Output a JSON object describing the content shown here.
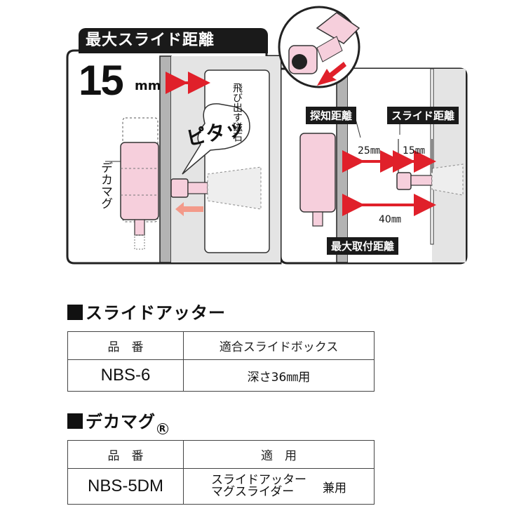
{
  "diagram": {
    "title": "最大スライド距離",
    "distance_value": "15",
    "distance_unit": "mm",
    "deca_mag_label": "デカマグ",
    "magnet_text": "飛び出す磁石",
    "sound_text": "ピタッ",
    "detect_label": "探知距離",
    "slide_label": "スライド距離",
    "detect_value": "25㎜",
    "slide_value": "15㎜",
    "install_value": "40㎜",
    "install_label": "最大取付距離"
  },
  "colors": {
    "pink": "#f6cfdc",
    "arrow_red": "#e0202a",
    "wall_gray": "#b3b3b3",
    "panel_gray": "#e4e4e4"
  },
  "products": [
    {
      "heading": "スライドアッター",
      "columns": [
        "品　番",
        "適合スライドボックス"
      ],
      "rows": [
        {
          "part": "NBS-6",
          "use": "深さ36㎜用"
        }
      ]
    },
    {
      "heading": "デカマグ",
      "registered_mark": "R",
      "columns": [
        "品　番",
        "適　用"
      ],
      "rows": [
        {
          "part": "NBS-5DM",
          "use_line1": "スライドアッター",
          "use_line2": "マグスライダー",
          "use_suffix": "兼用"
        }
      ]
    }
  ]
}
